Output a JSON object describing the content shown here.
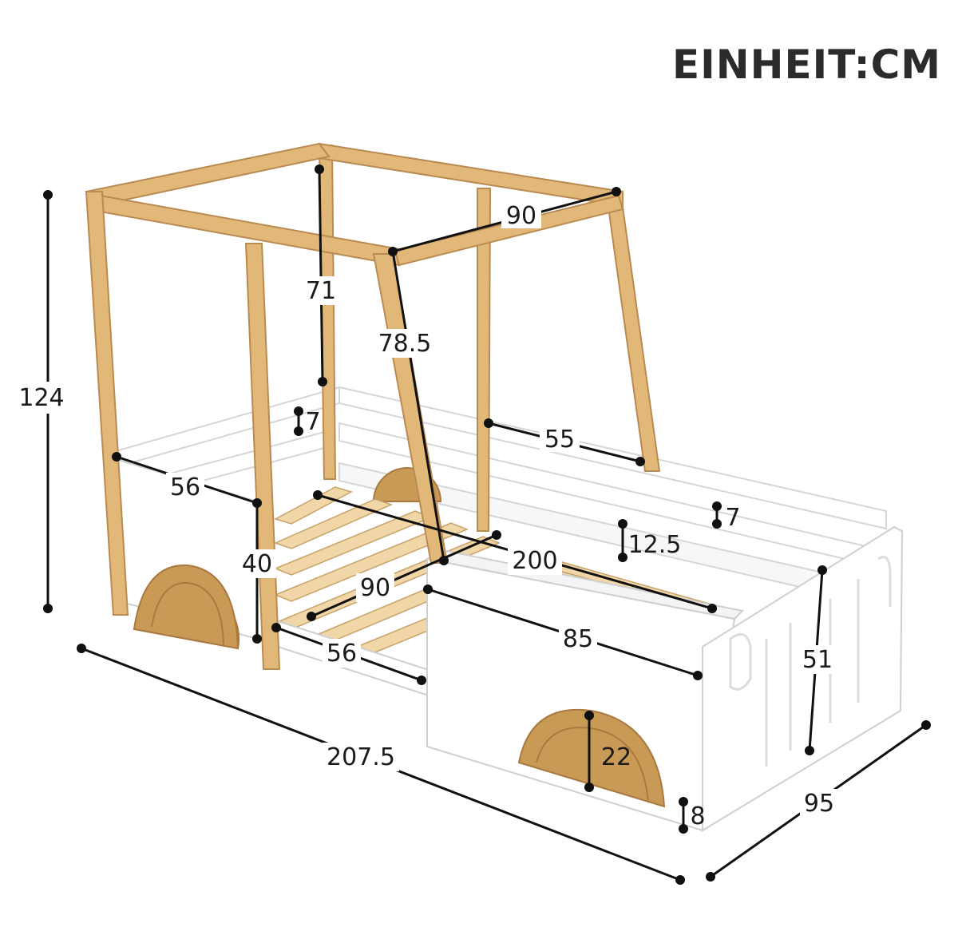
{
  "header": {
    "unit_label": "EINHEIT:CM"
  },
  "colors": {
    "wood": "#E2B878",
    "wood_dark": "#C9965A",
    "wood_edge": "#B98A52",
    "wheel": "#C89A56",
    "white_panel": "#FFFFFF",
    "panel_shadow": "#E8E8E8",
    "outline": "#D3D3D3",
    "dimension": "#111111"
  },
  "dimensions": {
    "total_height": "124",
    "canopy_side_depth": "90",
    "canopy_post_height": "71",
    "canopy_slant_post": "78.5",
    "rail_gap_left": "7",
    "rail_span_right": "55",
    "headboard_width": "56",
    "headboard_height": "40",
    "rail_gap_right": "7",
    "rail_height": "12.5",
    "mattress_length": "200",
    "mattress_width": "90",
    "side_panel_length": "85",
    "front_panel_width": "56",
    "footboard_height": "51",
    "wheel_height": "22",
    "overall_length": "207.5",
    "ground_clearance": "8",
    "overall_width": "95"
  }
}
